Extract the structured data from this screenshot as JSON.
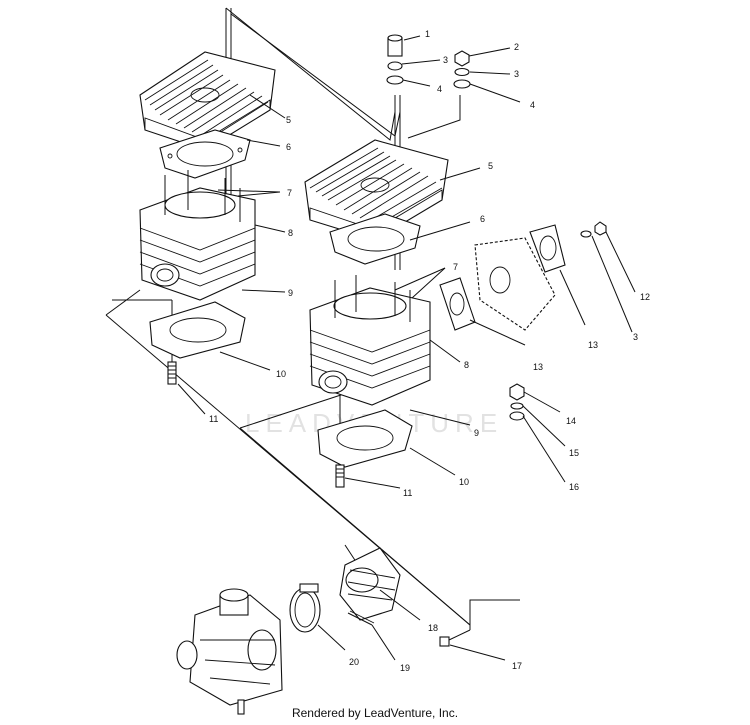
{
  "footer": {
    "credit": "Rendered by LeadVenture, Inc."
  },
  "watermark": "LEADVENTURE",
  "callouts": {
    "n1": "1",
    "n2": "2",
    "n3a": "3",
    "n3b": "3",
    "n3c": "3",
    "n4a": "4",
    "n4b": "4",
    "n5a": "5",
    "n5b": "5",
    "n6a": "6",
    "n6b": "6",
    "n7a": "7",
    "n7b": "7",
    "n8a": "8",
    "n8b": "8",
    "n9a": "9",
    "n9b": "9",
    "n10a": "10",
    "n10b": "10",
    "n11a": "11",
    "n11b": "11",
    "n12": "12",
    "n13a": "13",
    "n13b": "13",
    "n14": "14",
    "n15": "15",
    "n16": "16",
    "n17": "17",
    "n18": "18",
    "n19": "19",
    "n20": "20"
  }
}
